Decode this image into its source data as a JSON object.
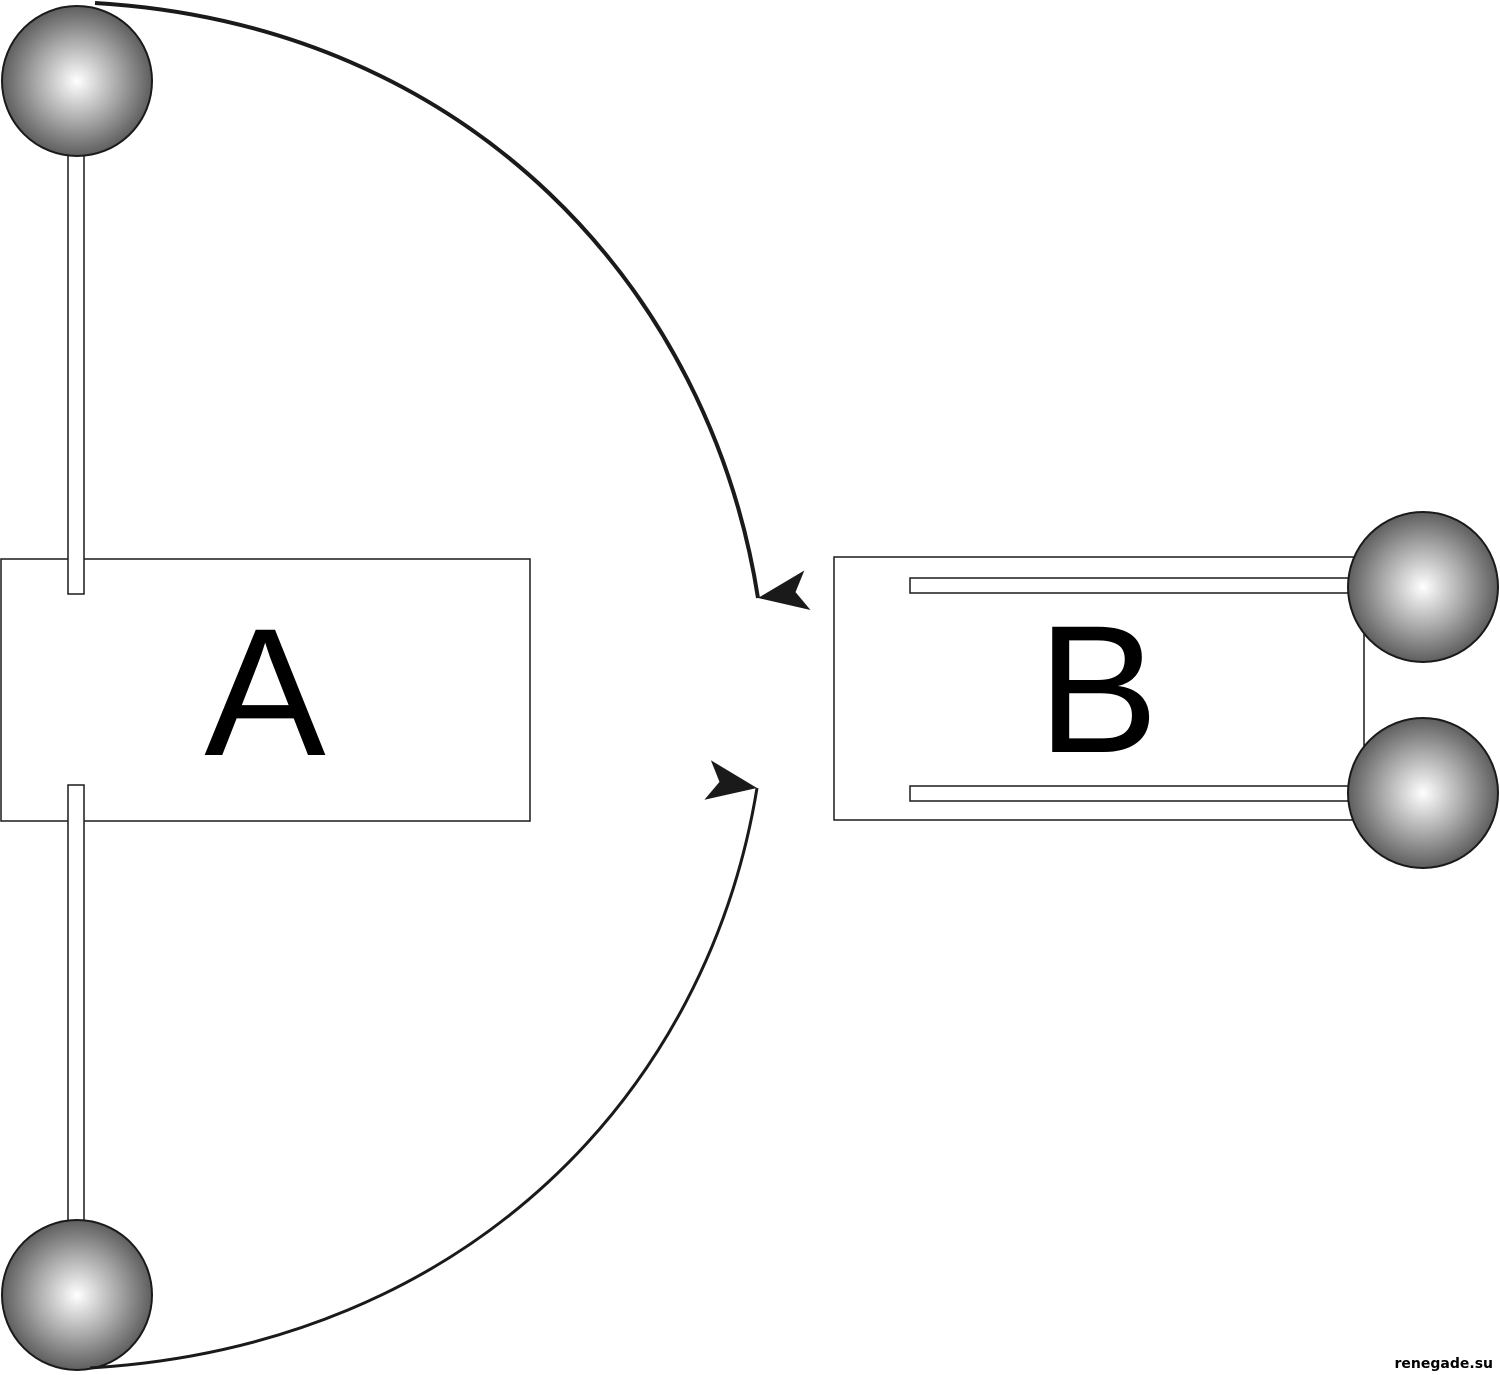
{
  "diagram": {
    "box_a": {
      "label": "A"
    },
    "box_b": {
      "label": "B"
    },
    "watermark": "renegade.su"
  },
  "colors": {
    "stroke": "#1a1a1a",
    "ball_highlight": "#ffffff",
    "ball_mid": "#9a9a9a",
    "ball_shadow": "#5a5a5a",
    "background": "#ffffff"
  }
}
